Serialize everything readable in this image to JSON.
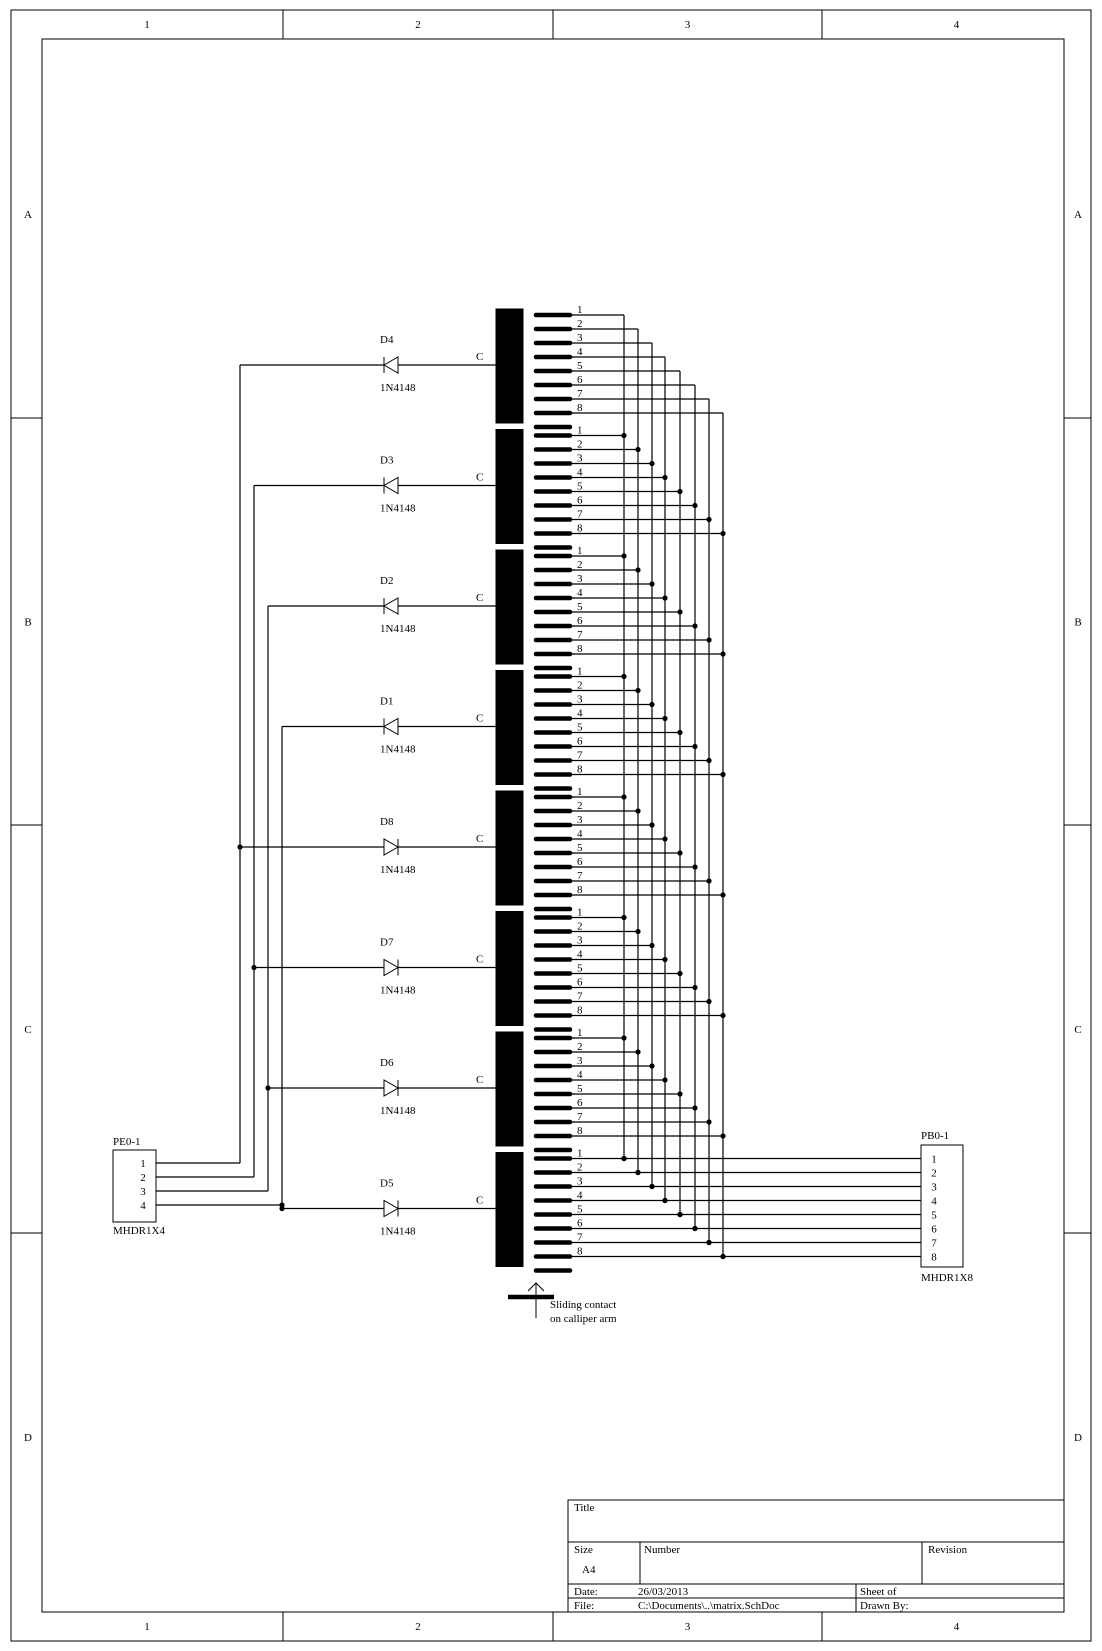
{
  "border": {
    "columns": [
      "1",
      "2",
      "3",
      "4"
    ],
    "rows": [
      "A",
      "B",
      "C",
      "D"
    ]
  },
  "diodes": [
    {
      "ref": "D4",
      "part": "1N4148"
    },
    {
      "ref": "D3",
      "part": "1N4148"
    },
    {
      "ref": "D2",
      "part": "1N4148"
    },
    {
      "ref": "D1",
      "part": "1N4148"
    },
    {
      "ref": "D8",
      "part": "1N4148"
    },
    {
      "ref": "D7",
      "part": "1N4148"
    },
    {
      "ref": "D6",
      "part": "1N4148"
    },
    {
      "ref": "D5",
      "part": "1N4148"
    }
  ],
  "common_label": "C",
  "strip_pins": [
    "1",
    "2",
    "3",
    "4",
    "5",
    "6",
    "7",
    "8"
  ],
  "header_left": {
    "ref": "PE0-1",
    "part": "MHDR1X4",
    "pins": [
      "1",
      "2",
      "3",
      "4"
    ]
  },
  "header_right": {
    "ref": "PB0-1",
    "part": "MHDR1X8",
    "pins": [
      "1",
      "2",
      "3",
      "4",
      "5",
      "6",
      "7",
      "8"
    ]
  },
  "slider_note": [
    "Sliding contact",
    "on calliper arm"
  ],
  "title_block": {
    "title_label": "Title",
    "size_label": "Size",
    "size_value": "A4",
    "number_label": "Number",
    "revision_label": "Revision",
    "date_label": "Date:",
    "date_value": "26/03/2013",
    "sheet_label": "Sheet    of",
    "file_label": "File:",
    "file_value": "C:\\Documents\\..\\matrix.SchDoc",
    "drawn_label": "Drawn By:"
  }
}
